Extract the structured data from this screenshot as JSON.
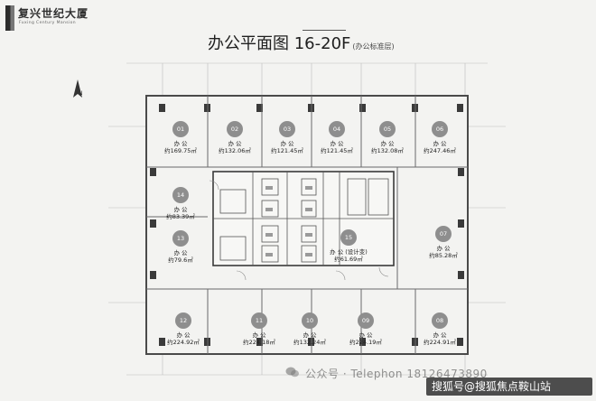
{
  "brand": {
    "name_cn": "复兴世纪大厦",
    "name_en": "Fuxing Century Mansion"
  },
  "title": {
    "main": "办公平面图 16-20F",
    "sub": "(办公标准层)"
  },
  "north": "N",
  "units": [
    {
      "no": "01",
      "label": "办 公",
      "area": "约169.75㎡"
    },
    {
      "no": "02",
      "label": "办 公",
      "area": "约132.06㎡"
    },
    {
      "no": "03",
      "label": "办 公",
      "area": "约121.45㎡"
    },
    {
      "no": "04",
      "label": "办 公",
      "area": "约121.45㎡"
    },
    {
      "no": "05",
      "label": "办 公",
      "area": "约132.08㎡"
    },
    {
      "no": "06",
      "label": "办 公",
      "area": "约247.46㎡"
    },
    {
      "no": "07",
      "label": "办 公",
      "area": "约85.28㎡"
    },
    {
      "no": "08",
      "label": "办 公",
      "area": "约224.91㎡"
    },
    {
      "no": "09",
      "label": "办 公",
      "area": "约224.19㎡"
    },
    {
      "no": "10",
      "label": "办 公",
      "area": "约132.24㎡"
    },
    {
      "no": "11",
      "label": "办 公",
      "area": "约224.18㎡"
    },
    {
      "no": "12",
      "label": "办 公",
      "area": "约224.92㎡"
    },
    {
      "no": "13",
      "label": "办 公",
      "area": "约79.6㎡"
    },
    {
      "no": "14",
      "label": "办 公",
      "area": "约83.39㎡"
    },
    {
      "no": "15",
      "label": "办 公 (设计变)",
      "area": "约61.69㎡"
    }
  ],
  "watermark": "公众号 · Telephon 18126473890",
  "sohu_badge": "搜狐号@搜狐焦点鞍山站",
  "colors": {
    "badge": "#8e8e8e",
    "wall": "#4a4a4a",
    "background": "#f3f3f1"
  }
}
